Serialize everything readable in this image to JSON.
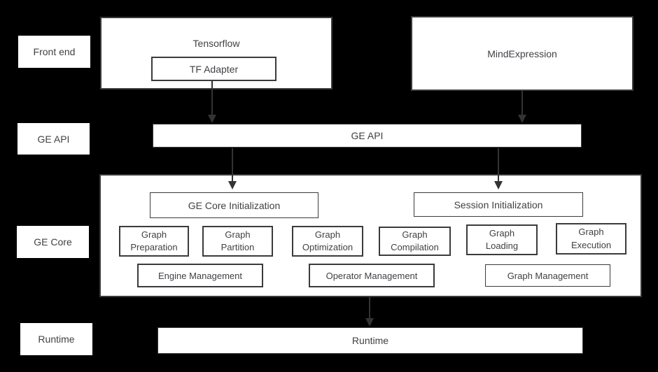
{
  "colors": {
    "background": "#000000",
    "box_fill": "#ffffff",
    "box_border": "#3b3b3b",
    "text": "#3f4145",
    "arrow": "#333333"
  },
  "side_labels": {
    "front_end": "Front end",
    "ge_api": "GE API",
    "ge_core": "GE Core",
    "runtime": "Runtime"
  },
  "front_end": {
    "tensorflow": "Tensorflow",
    "tf_adapter": "TF Adapter",
    "mind_expression": "MindExpression"
  },
  "ge_api": {
    "label": "GE API"
  },
  "ge_core": {
    "ge_core_initialization": "GE Core Initialization",
    "session_initialization": "Session Initialization",
    "modules": [
      "Graph\nPreparation",
      "Graph\nPartition",
      "Graph\nOptimization",
      "Graph\nCompilation",
      "Graph\nLoading",
      "Graph\nExecution"
    ],
    "management": [
      "Engine Management",
      "Operator Management",
      "Graph Management"
    ]
  },
  "runtime": {
    "label": "Runtime"
  }
}
